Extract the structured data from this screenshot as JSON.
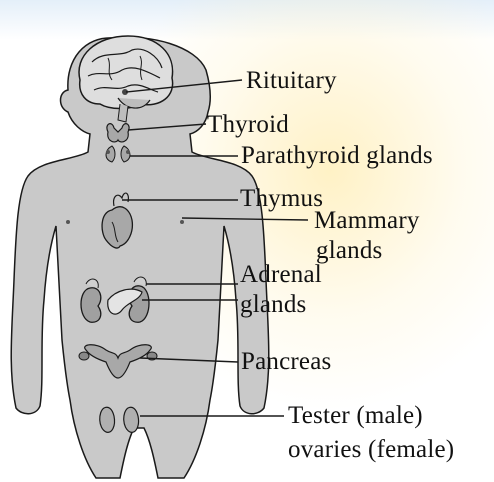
{
  "diagram": {
    "labels": {
      "pituitary": "Rituitary",
      "thyroid": "Thyroid",
      "parathyroid": "Parathyroid glands",
      "thymus": "Thymus",
      "mammary_1": "Mammary",
      "mammary_2": "glands",
      "adrenal_1": "Adrenal",
      "adrenal_2": "glands",
      "pancreas": "Pancreas",
      "tester_1": "Tester (male)",
      "tester_2": "ovaries (female)"
    },
    "colors": {
      "skin": "#c9c9c9",
      "outline": "#1a1a1a",
      "brain": "#d9d9d9",
      "organ": "#a8a8a8",
      "background_accent": "#fff1c4"
    }
  }
}
